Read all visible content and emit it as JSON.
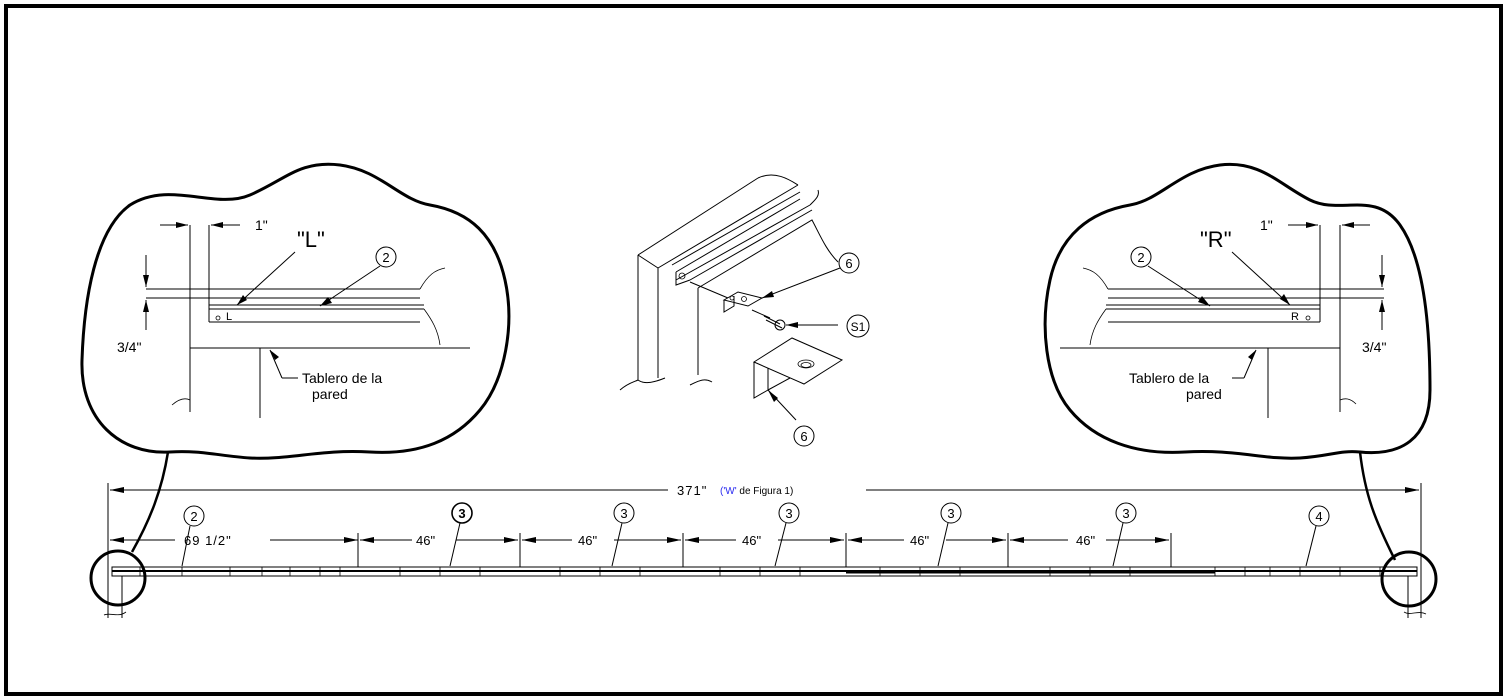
{
  "labels": {
    "left_view": "\"L\"",
    "right_view": "\"R\"",
    "left_mark": "L",
    "right_mark": "R",
    "dim_1in": "1\"",
    "dim_3_4in": "3/4\"",
    "wall_board_line1": "Tablero de la",
    "wall_board_line2": "pared",
    "overall_width": "371\"",
    "overall_ref_open": "(",
    "overall_ref_w": "'W'",
    "overall_ref_rest": " de Figura 1)",
    "dim_first": "69 1/2\"",
    "dim_section": "46\""
  },
  "callouts": {
    "c2": "2",
    "c3": "3",
    "c4": "4",
    "c6": "6",
    "s1": "S1"
  },
  "colors": {
    "line": "#000000",
    "accent": "#2a2af0"
  }
}
